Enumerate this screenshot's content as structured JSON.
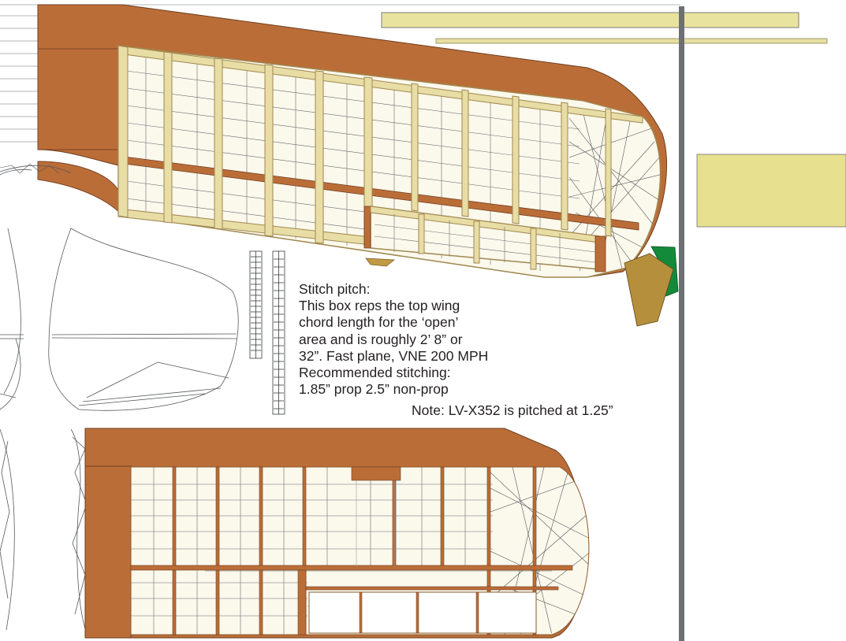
{
  "stitch_note": {
    "lines": [
      "Stitch pitch:",
      "This box reps the top wing",
      "chord length for the ‘open’",
      "area and is roughly 2’ 8” or",
      "32”. Fast plane, VNE 200 MPH",
      "Recommended stitching:",
      "1.85” prop 2.5” non-prop"
    ]
  },
  "pitch_note": "Note: LV-X352 is pitched at 1.25”",
  "colors": {
    "fabric": "#bb6d38",
    "rib_wood": "#e8dda5",
    "rib_edge": "#a08850",
    "paper_swatch": "#e6e08f",
    "ochre_shape": "#b68f3c",
    "green_shape": "#138a3a",
    "divider": "#6d7072",
    "wire": "#55585c"
  }
}
